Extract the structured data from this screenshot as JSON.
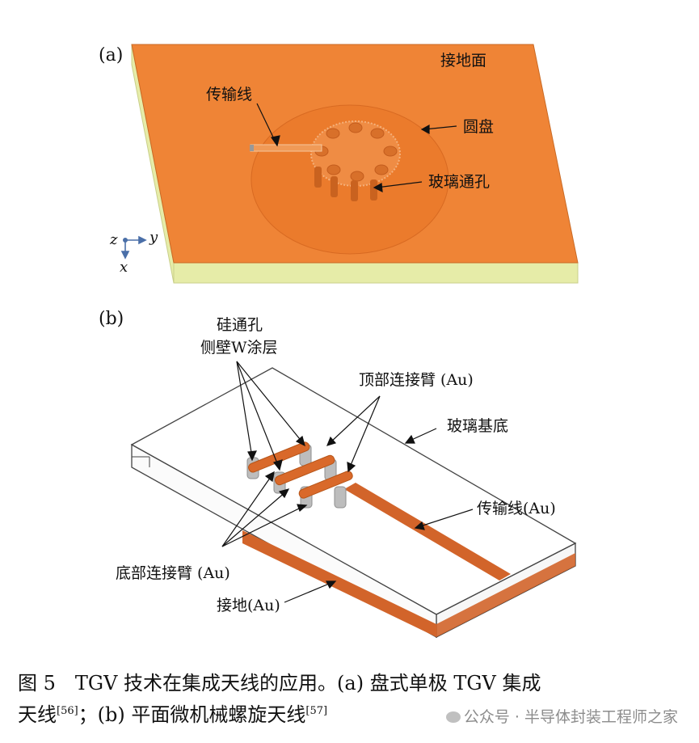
{
  "panel_a": {
    "tag": "(a)",
    "labels": {
      "ground_plane": "接地面",
      "transmission_line": "传输线",
      "disk": "圆盘",
      "glass_via": "玻璃通孔"
    },
    "axes": {
      "z": "z",
      "y": "y",
      "x": "x"
    }
  },
  "panel_b": {
    "tag": "(b)",
    "labels": {
      "si_via_line1": "硅通孔",
      "si_via_line2": "侧壁W涂层",
      "top_arm": "顶部连接臂 (Au)",
      "glass_substrate": "玻璃基底",
      "transmission_line": "传输线(Au)",
      "bottom_arm": "底部连接臂 (Au)",
      "ground": "接地(Au)"
    }
  },
  "caption": {
    "line1": "图 5　TGV 技术在集成天线的应用。(a) 盘式单极 TGV 集成",
    "line2_a": "天线",
    "ref1": "[56]",
    "line2_b": "；(b) 平面微机械螺旋天线",
    "ref2": "[57]"
  },
  "watermark": "公众号 · 半导体封装工程师之家",
  "colors": {
    "copper": "#ef8436",
    "copper_dark": "#d86a22",
    "disk": "#e97a2d",
    "substrate_edge": "#e6eca8",
    "gold_trace": "#d2642a",
    "via_gray": "#b9b9b9"
  }
}
